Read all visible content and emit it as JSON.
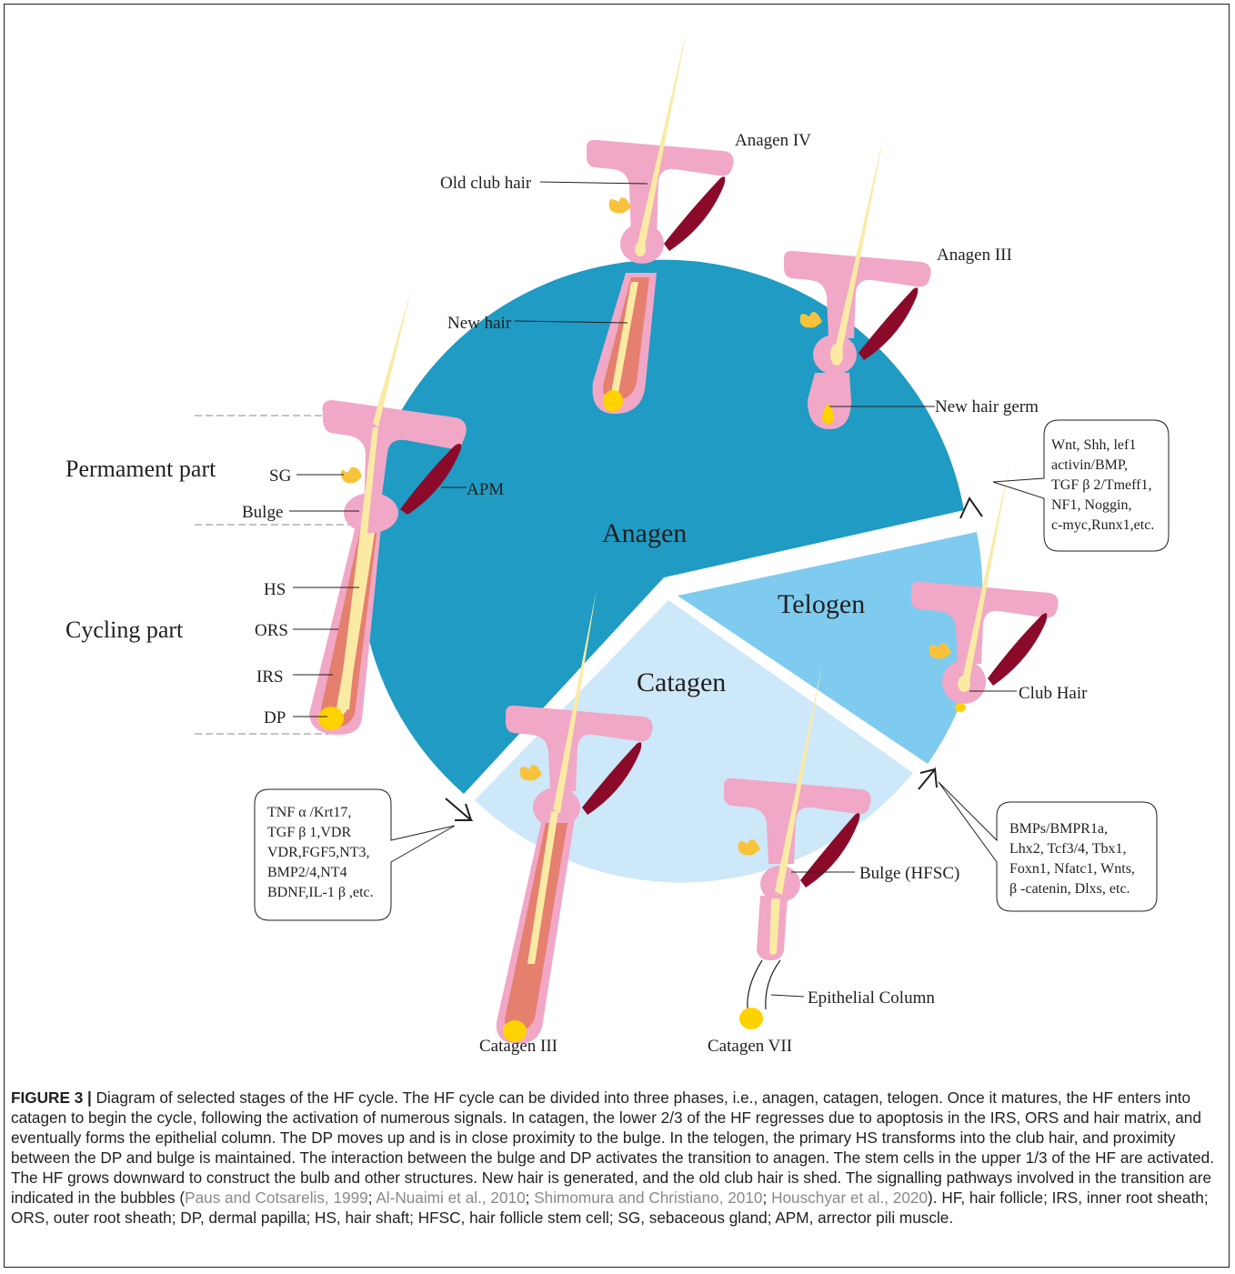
{
  "diagram": {
    "phases": {
      "anagen": "Anagen",
      "telogen": "Telogen",
      "catagen": "Catagen"
    },
    "parts": {
      "permanent": "Permament part",
      "cycling": "Cycling part"
    },
    "structure_labels": {
      "sg": "SG",
      "bulge": "Bulge",
      "apm": "APM",
      "hs": "HS",
      "ors": "ORS",
      "irs": "IRS",
      "dp": "DP"
    },
    "stage_labels": {
      "anagen_iv": "Anagen  IV",
      "anagen_iii": "Anagen III",
      "catagen_iii": "Catagen III",
      "catagen_vii": "Catagen VII"
    },
    "annotations": {
      "old_club_hair": "Old club hair",
      "new_hair": "New hair",
      "new_hair_germ": "New hair germ",
      "club_hair": "Club Hair",
      "bulge_hfsc": "Bulge (HFSC)",
      "epithelial_column": "Epithelial Column"
    },
    "bubbles": {
      "anagen_signals": [
        "Wnt,  Shh, lef1",
        "activin/BMP,",
        "TGF β 2/Tmeff1,",
        "NF1, Noggin,",
        "c-myc,Runx1,etc."
      ],
      "catagen_signals": [
        "TNF α /Krt17,",
        "TGF β 1,VDR",
        "VDR,FGF5,NT3,",
        "BMP2/4,NT4",
        "BDNF,IL-1 β ,etc."
      ],
      "telogen_signals": [
        "BMPs/BMPR1a,",
        "Lhx2, Tcf3/4, Tbx1,",
        "Foxn1, Nfatc1, Wnts,",
        "β -catenin, Dlxs, etc."
      ]
    },
    "colors": {
      "anagen": "#1f9bc4",
      "telogen": "#7ecbef",
      "catagen": "#cde8f8",
      "follicle": "#f1a7c6",
      "sheath": "#e57f6e",
      "shaft": "#fbeaa4",
      "papilla": "#ffd200",
      "muscle": "#8b0a2a",
      "gland": "#f8c33a"
    }
  },
  "caption": {
    "label": "FIGURE 3 |",
    "text": " Diagram of selected stages of the HF cycle. The HF cycle can be divided into three phases, i.e., anagen, catagen, telogen. Once it matures, the HF enters into catagen to begin the cycle, following the activation of numerous signals. In catagen, the lower 2/3 of the HF regresses due to apoptosis in the IRS, ORS and hair matrix, and eventually forms the epithelial column. The DP moves up and is in close proximity to the bulge. In the telogen, the primary HS transforms into the club hair, and proximity between the DP and bulge is maintained. The interaction between the bulge and DP activates the transition to anagen. The stem cells in the upper 1/3 of the HF are activated. The HF grows downward to construct the bulb and other structures. New hair is generated, and the old club hair is shed. The signalling pathways involved in the transition are indicated in the bubbles (",
    "cite1": "Paus and Cotsarelis, 1999",
    "sep1": "; ",
    "cite2": "Al-Nuaimi et al., 2010",
    "sep2": "; ",
    "cite3": "Shimomura and Christiano, 2010",
    "sep3": "; ",
    "cite4": "Houschyar et al., 2020",
    "tail": "). HF, hair follicle; IRS, inner root sheath; ORS, outer root sheath; DP, dermal papilla; HS, hair shaft; HFSC, hair follicle stem cell; SG, sebaceous gland; APM, arrector pili muscle."
  }
}
